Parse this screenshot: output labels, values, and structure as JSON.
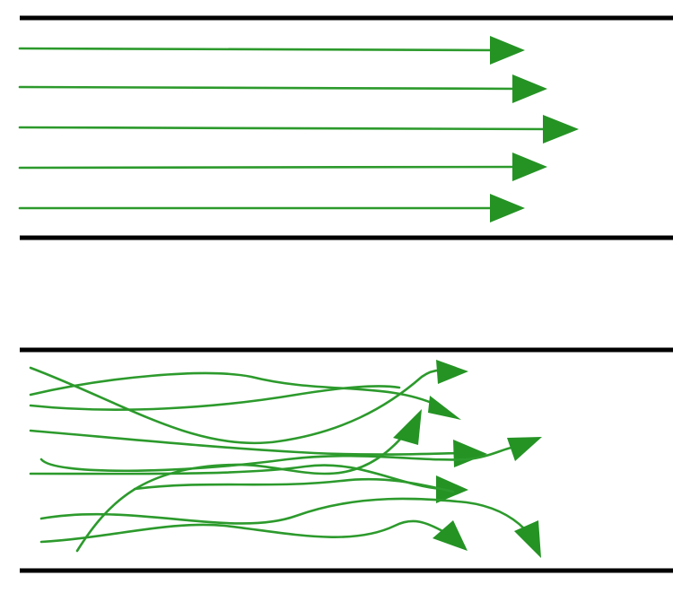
{
  "diagram": {
    "panels": [
      {
        "name": "laminar-flow",
        "kind": "parallel straight streamlines",
        "streamline_count": 5
      },
      {
        "name": "turbulent-flow",
        "kind": "tangled curved streamlines",
        "streamline_count": 10
      }
    ],
    "colors": {
      "streamline": "#2c9a2c",
      "arrowhead": "#249324",
      "wall": "#000000",
      "background": "#ffffff"
    }
  }
}
